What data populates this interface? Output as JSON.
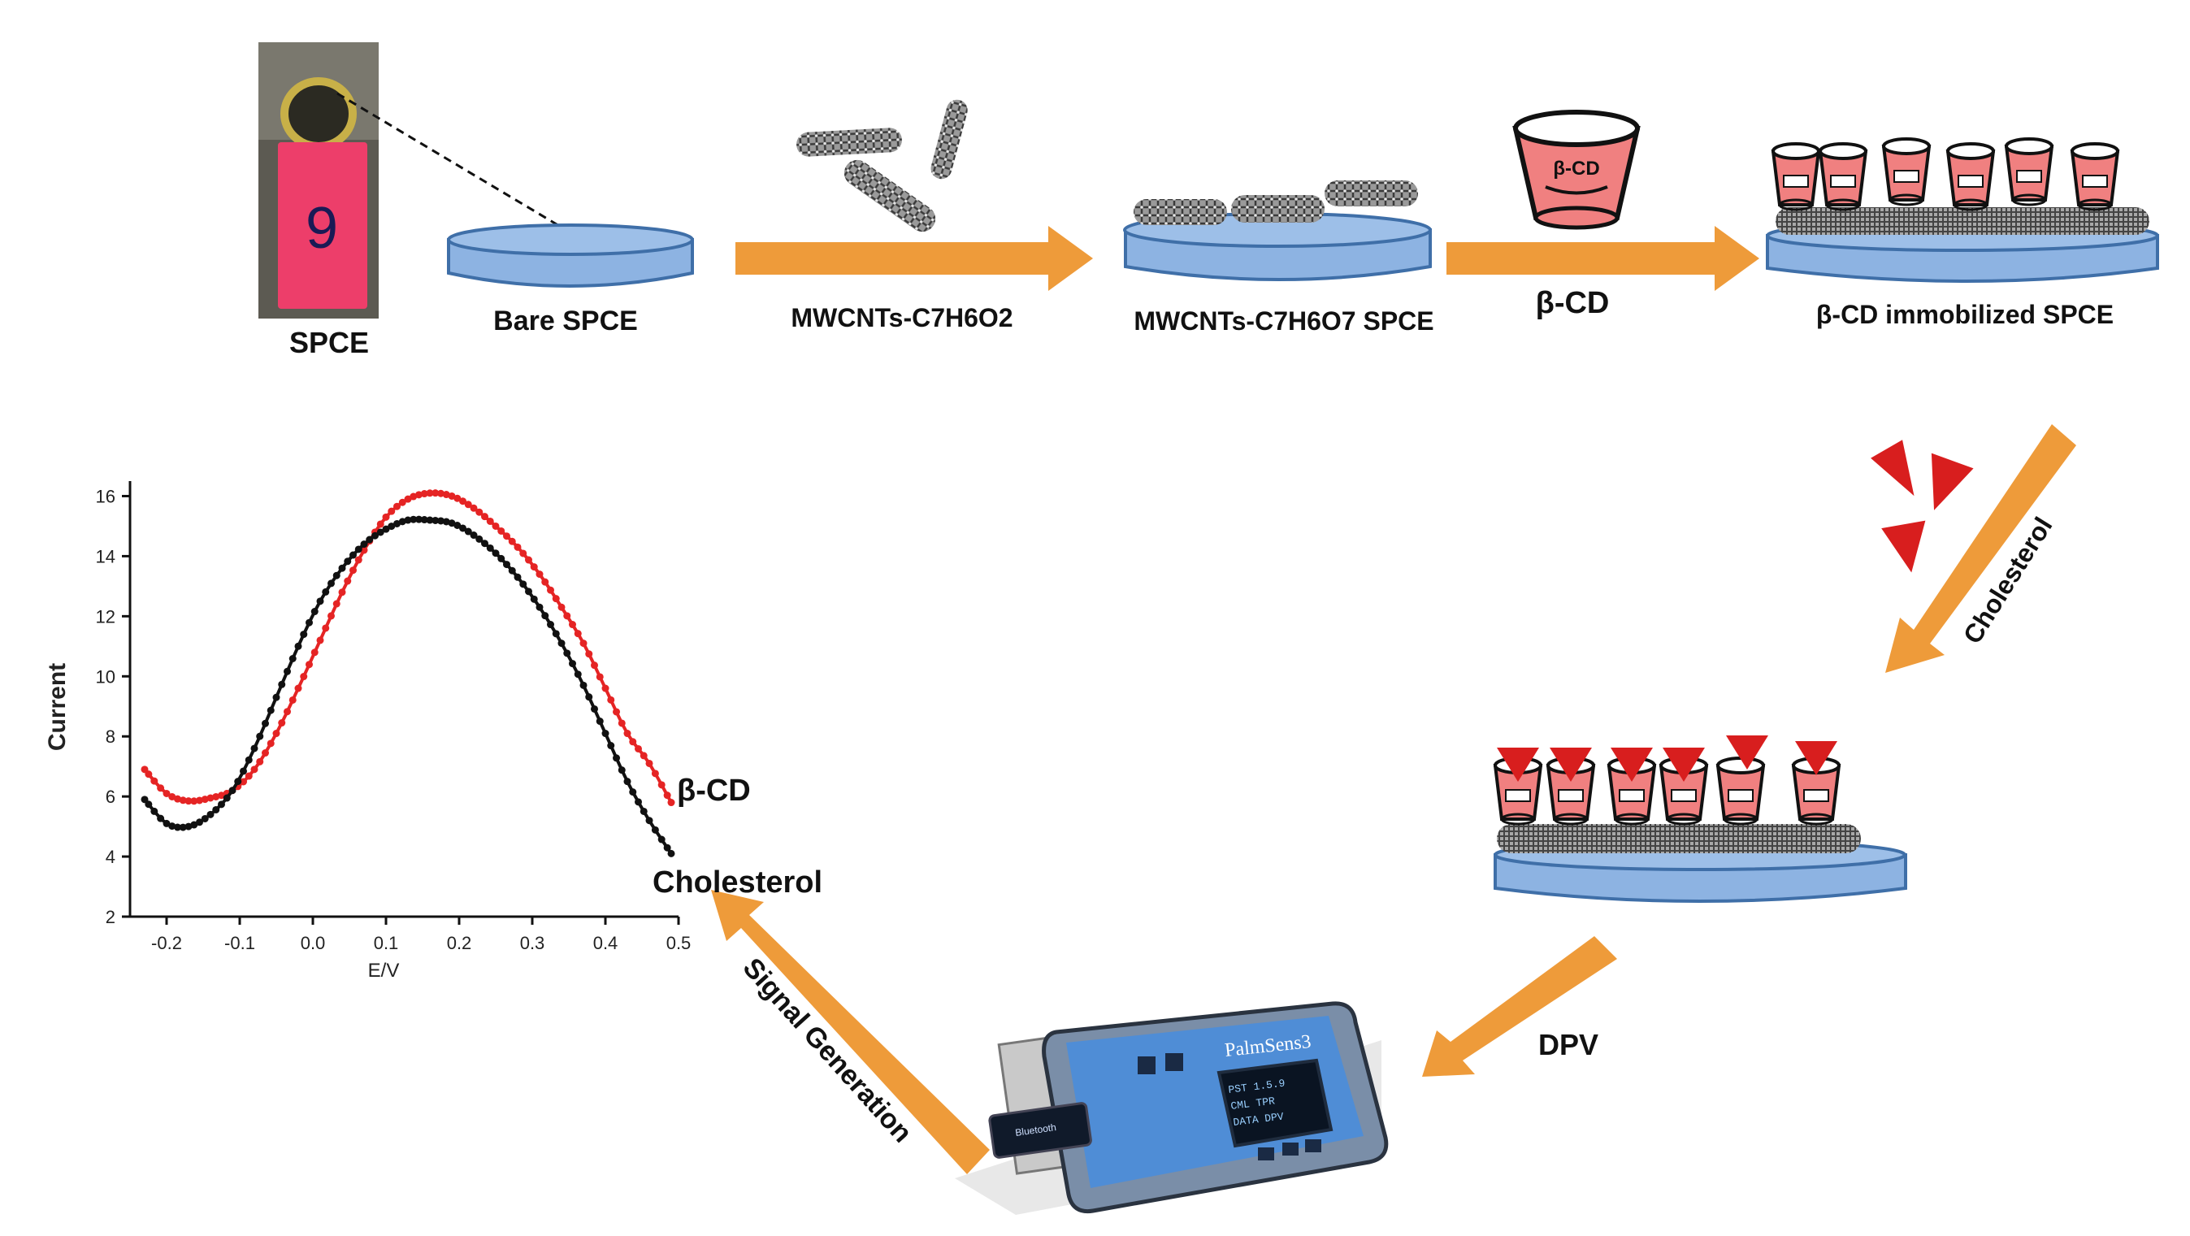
{
  "labels": {
    "spce": "SPCE",
    "bare_spce": "Bare SPCE",
    "mwcnts_reagent": "MWCNTs-C7H6O2",
    "mwcnts_spce": "MWCNTs-C7H6O7 SPCE",
    "beta_cd": "β-CD",
    "beta_cd_immobilized": "β-CD immobilized SPCE",
    "cholesterol_step": "Cholesterol",
    "dpv": "DPV",
    "signal_generation": "Signal Generation",
    "photo_tag_number": "9",
    "beta_cd_cup_text": "β-CD"
  },
  "device": {
    "brand": "PalmSens3",
    "screen_lines": [
      "PST 1.5.9",
      "CML TPR",
      "DATA DPV"
    ],
    "bluetooth": "Bluetooth"
  },
  "colors": {
    "arrow": "#EE9B3A",
    "electrode": "#8DB3E2",
    "electrode_edge": "#3F6FA8",
    "beta_cd_fill": "#F08080",
    "cholesterol": "#D81E1E",
    "series_beta_cd": "#E52424",
    "series_cholesterol": "#111111"
  },
  "chart_data": {
    "type": "line",
    "xlabel": "E/V",
    "ylabel": "Current",
    "xlim": [
      -0.25,
      0.5
    ],
    "ylim": [
      2,
      16.5
    ],
    "x_ticks": [
      "-0.2",
      "-0.1",
      "0.0",
      "0.1",
      "0.2",
      "0.3",
      "0.4",
      "0.5"
    ],
    "y_ticks": [
      "2",
      "4",
      "6",
      "8",
      "10",
      "12",
      "14",
      "16"
    ],
    "series": [
      {
        "name": "β-CD",
        "color": "#E52424",
        "x": [
          -0.23,
          -0.2,
          -0.17,
          -0.14,
          -0.11,
          -0.08,
          -0.05,
          -0.02,
          0.01,
          0.04,
          0.07,
          0.1,
          0.13,
          0.16,
          0.19,
          0.22,
          0.25,
          0.28,
          0.31,
          0.34,
          0.37,
          0.4,
          0.43,
          0.46,
          0.49
        ],
        "y": [
          6.9,
          6.1,
          5.85,
          5.95,
          6.2,
          6.9,
          8.1,
          9.6,
          11.2,
          12.8,
          14.2,
          15.3,
          15.9,
          16.1,
          16.0,
          15.6,
          15.0,
          14.3,
          13.4,
          12.3,
          11.1,
          9.6,
          8.1,
          7.1,
          5.8
        ]
      },
      {
        "name": "Cholesterol",
        "color": "#111111",
        "x": [
          -0.23,
          -0.2,
          -0.17,
          -0.14,
          -0.11,
          -0.08,
          -0.05,
          -0.02,
          0.01,
          0.04,
          0.07,
          0.1,
          0.13,
          0.16,
          0.19,
          0.22,
          0.25,
          0.28,
          0.31,
          0.34,
          0.37,
          0.4,
          0.43,
          0.46,
          0.49
        ],
        "y": [
          5.9,
          5.1,
          5.0,
          5.4,
          6.2,
          7.6,
          9.3,
          11.0,
          12.5,
          13.6,
          14.4,
          14.9,
          15.2,
          15.2,
          15.1,
          14.7,
          14.1,
          13.3,
          12.3,
          11.1,
          9.7,
          8.1,
          6.5,
          5.2,
          4.1
        ]
      }
    ]
  }
}
